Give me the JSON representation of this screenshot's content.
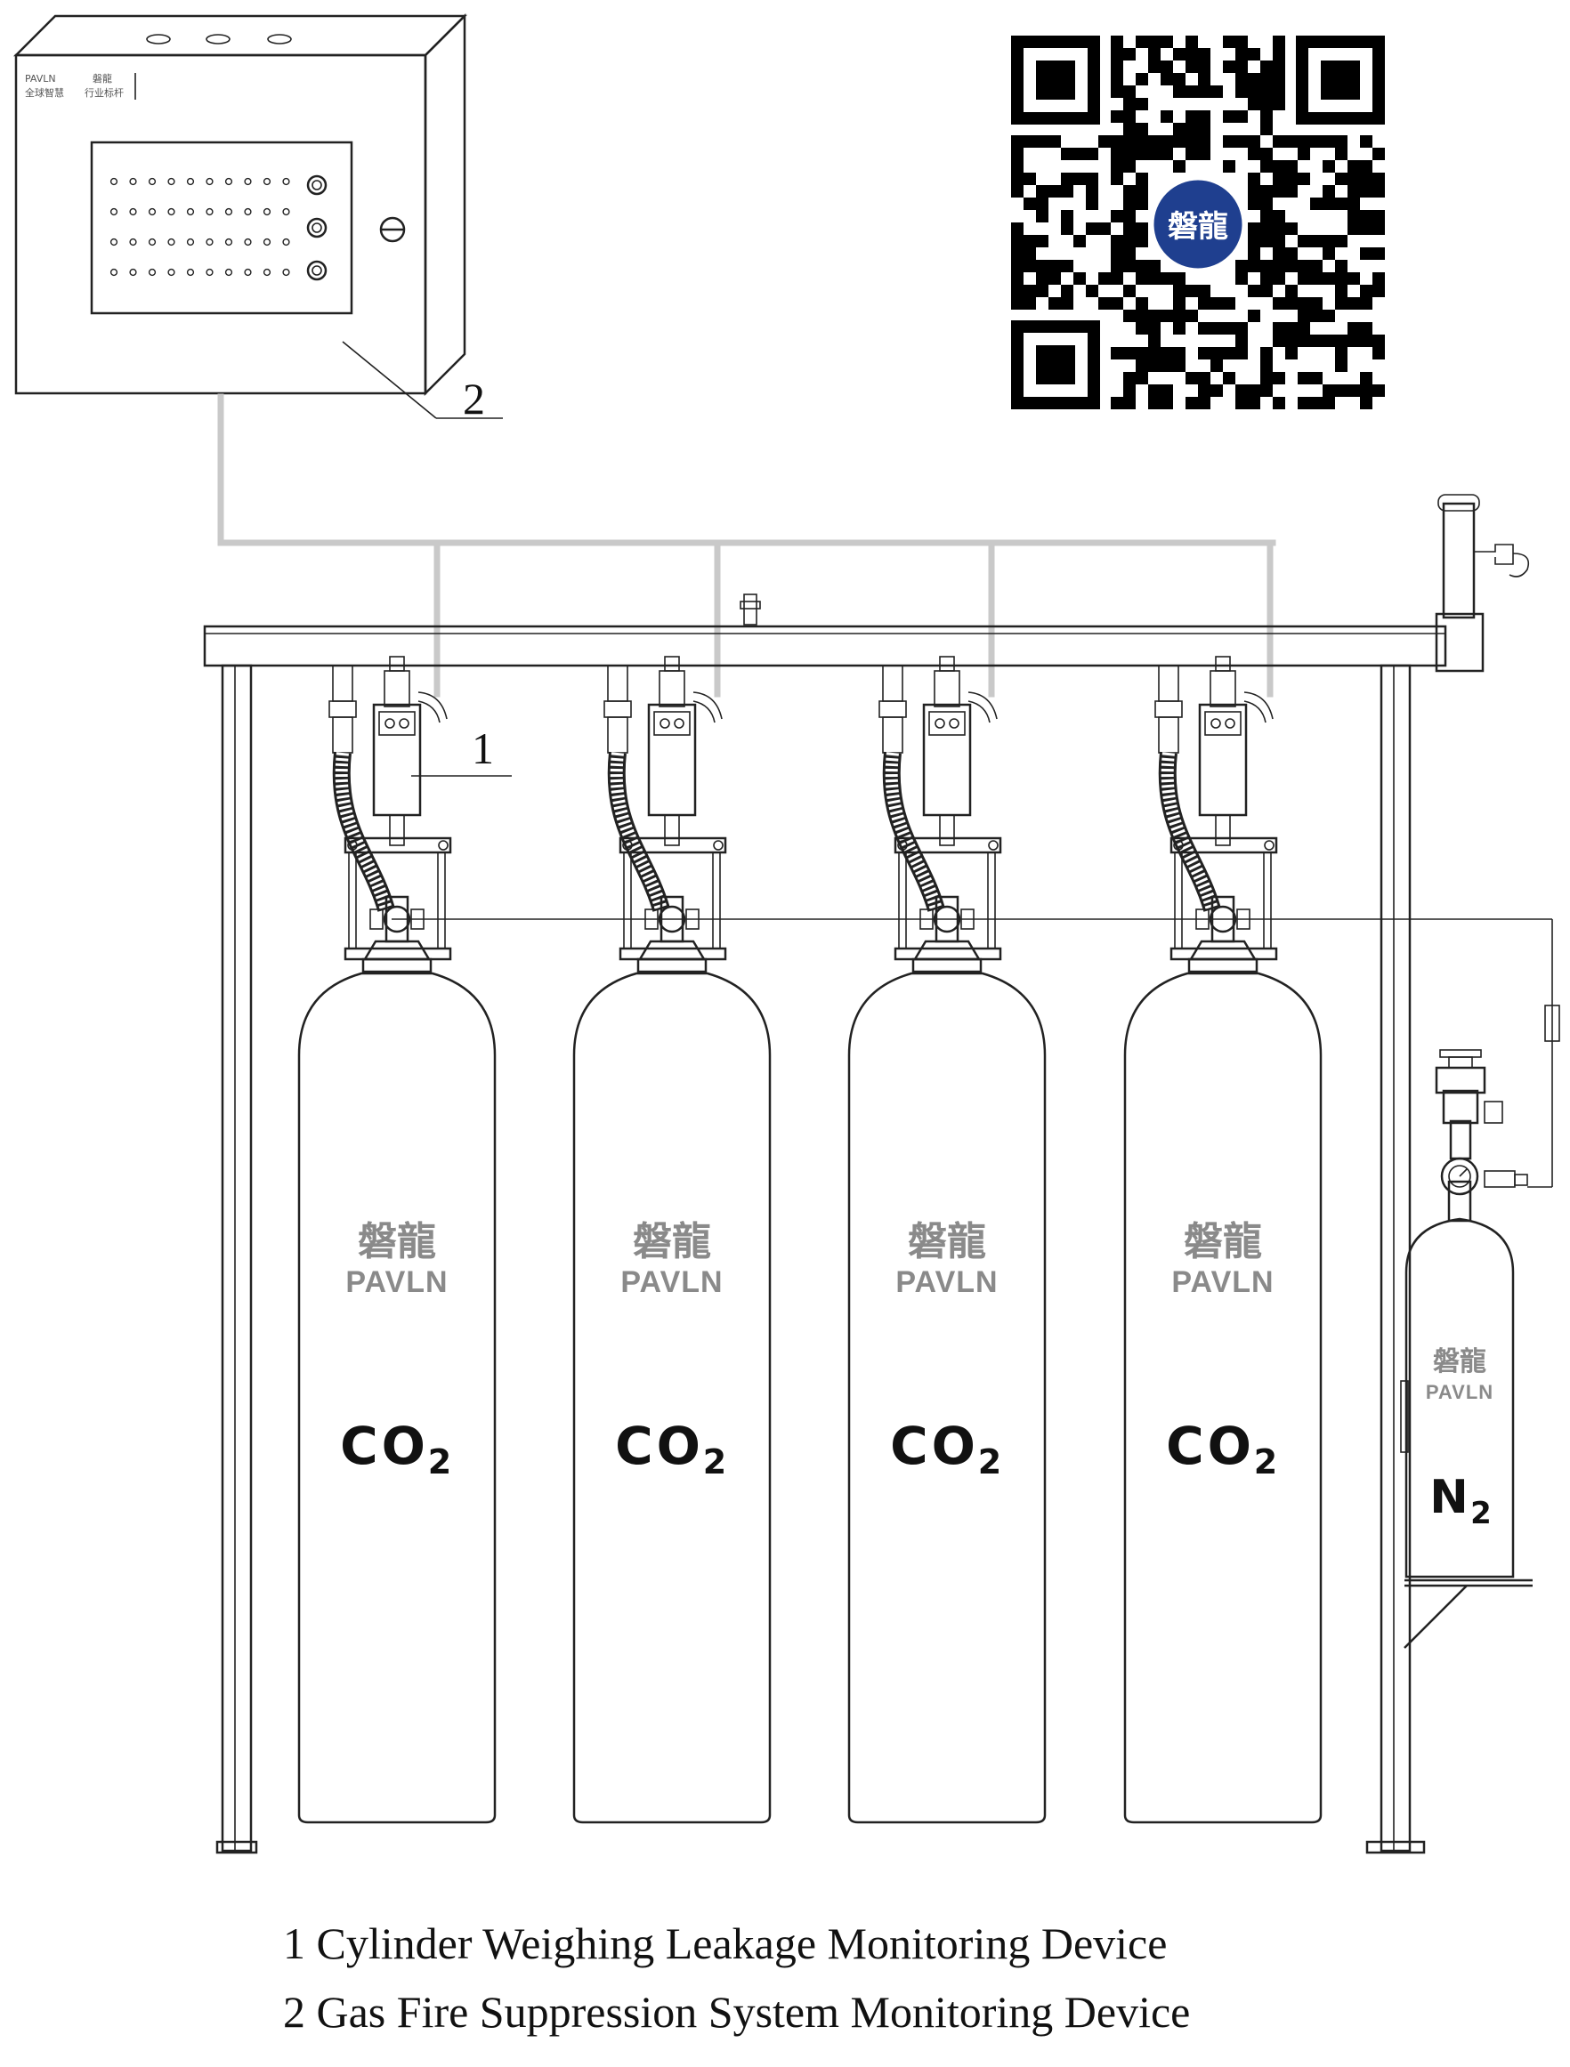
{
  "panel": {
    "brand": "PAVLN",
    "brand_cn": "磐龍",
    "slogan_1": "全球智慧",
    "slogan_2": "行业标杆"
  },
  "qr_code": {
    "logo_text": "磐龍"
  },
  "callouts": {
    "label_1": "1",
    "label_2": "2"
  },
  "cylinders": [
    {
      "cn": "磐龍",
      "brand": "PAVLN",
      "gas": "CO",
      "gas_sub": "2"
    },
    {
      "cn": "磐龍",
      "brand": "PAVLN",
      "gas": "CO",
      "gas_sub": "2"
    },
    {
      "cn": "磐龍",
      "brand": "PAVLN",
      "gas": "CO",
      "gas_sub": "2"
    },
    {
      "cn": "磐龍",
      "brand": "PAVLN",
      "gas": "CO",
      "gas_sub": "2"
    }
  ],
  "n2_cylinder": {
    "cn": "磐龍",
    "brand": "PAVLN",
    "gas": "N",
    "gas_sub": "2"
  },
  "legend": {
    "item_1": "1 Cylinder Weighing Leakage Monitoring Device",
    "item_2": "2 Gas Fire Suppression System Monitoring Device"
  },
  "colors": {
    "line": "#222222",
    "cable": "#c9c9c9",
    "logo_blue": "#1f3f8f",
    "brand_gray": "#8a8a8a"
  }
}
